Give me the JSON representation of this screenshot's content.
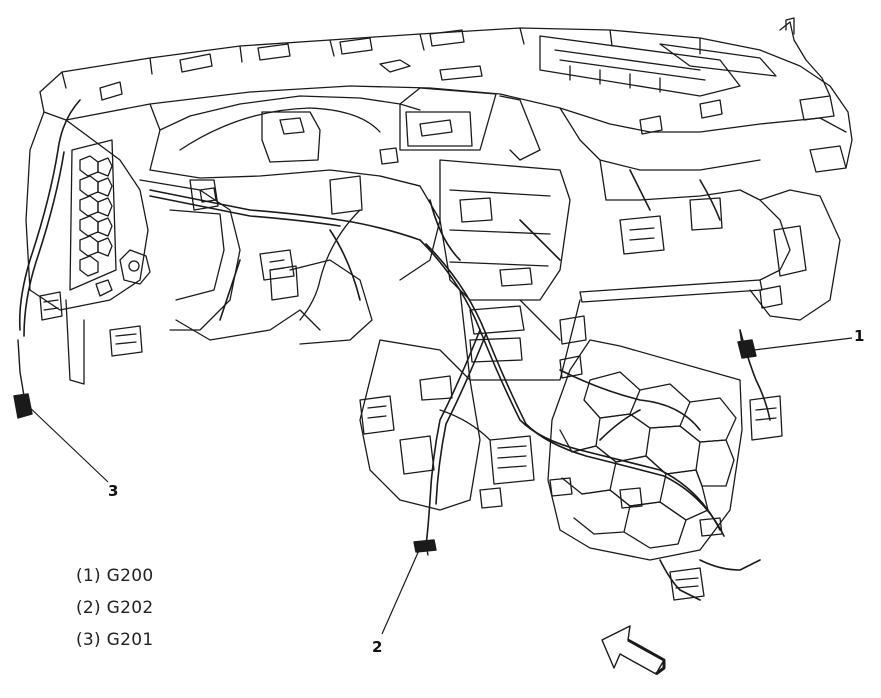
{
  "callouts": [
    {
      "id": "1",
      "label": "1"
    },
    {
      "id": "2",
      "label": "2"
    },
    {
      "id": "3",
      "label": "3"
    }
  ],
  "legend": [
    "(1) G200",
    "(2) G202",
    "(3) G201"
  ],
  "colors": {
    "line": "#1a1a1a",
    "background": "#ffffff"
  },
  "icons": {
    "view_arrow": "view-direction-arrow-icon"
  }
}
